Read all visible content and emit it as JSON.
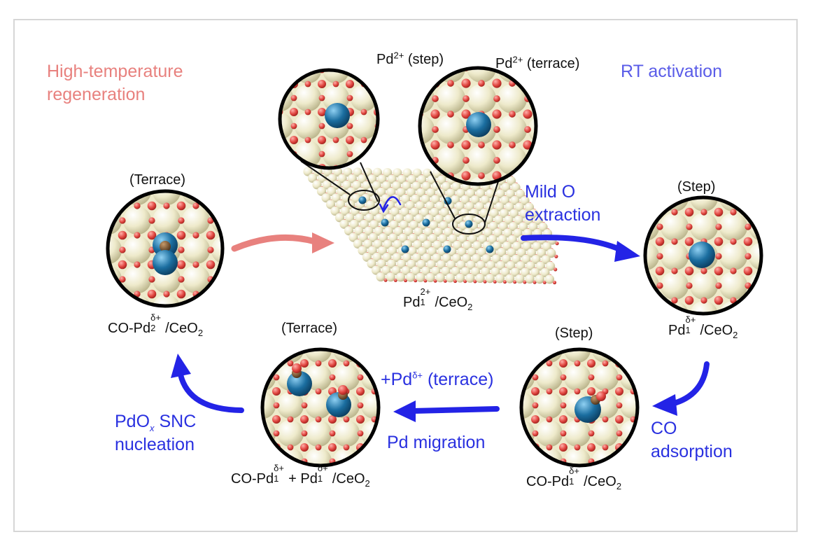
{
  "labels": {
    "high_temp": "High-temperature regeneration",
    "high_temp_line1": "High-temperature",
    "high_temp_line2": "regeneration",
    "rt_activation": "RT activation",
    "pd_step_zoom": "Pd",
    "pd_step_zoom_sup": "2+",
    "pd_step_zoom_suffix": " (step)",
    "pd_terrace_zoom": "Pd",
    "pd_terrace_zoom_sup": "2+",
    "pd_terrace_zoom_suffix": " (terrace)",
    "terrace_left": "(Terrace)",
    "step_right": "(Step)",
    "step_bottom": "(Step)",
    "terrace_bottom": "(Terrace)",
    "mild_o_line1": "Mild O",
    "mild_o_line2": "extraction",
    "co_ads_line1": "CO",
    "co_ads_line2": "adsorption",
    "pd_migration": "Pd migration",
    "plus_pd": "+Pd",
    "plus_pd_sup": "δ+",
    "plus_pd_suffix": " (terrace)",
    "pdox_part1": "PdO",
    "pdox_sub": "x",
    "pdox_part2": " SNC",
    "pdox_line2": "nucleation"
  },
  "formulas": {
    "center": {
      "pre": "Pd",
      "sup": "2+",
      "sub": "1",
      "post": "/CeO",
      "post_sub": "2"
    },
    "left": {
      "pre": "CO-Pd",
      "sup": "δ+",
      "sub": "2",
      "post": "/CeO",
      "post_sub": "2"
    },
    "right": {
      "pre": "Pd",
      "sup": "δ+",
      "sub": "1",
      "post": "/CeO",
      "post_sub": "2"
    },
    "bottom_right": {
      "pre": "CO-Pd",
      "sup": "δ+",
      "sub": "1",
      "post": "/CeO",
      "post_sub": "2"
    },
    "bottom_left": {
      "pre": "CO-Pd",
      "sup": "δ+",
      "sub": "1",
      "mid": "+ Pd",
      "sup2": "δ+",
      "sub2": "1",
      "post": "/CeO",
      "post_sub": "2"
    }
  },
  "colors": {
    "ce_atom": "#eeeacb",
    "o_atom": "#e0453f",
    "pd_atom": "#1b6ea0",
    "c_atom": "#6b4a2a",
    "pink_arrow": "#e8817e",
    "blue_arrow": "#2323e6",
    "frame_border": "#d6d6d6"
  }
}
